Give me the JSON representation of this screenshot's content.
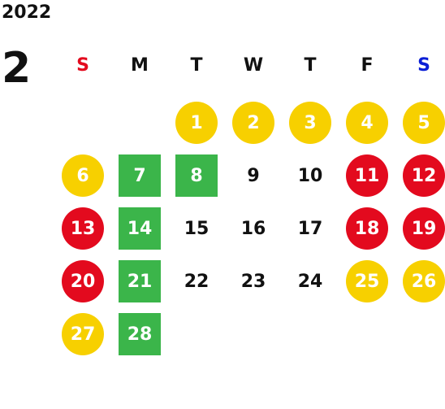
{
  "calendar": {
    "year": "2022",
    "month": "2",
    "weekdays": [
      {
        "label": "S",
        "color": "#e30a1e"
      },
      {
        "label": "M",
        "color": "#111111"
      },
      {
        "label": "T",
        "color": "#111111"
      },
      {
        "label": "W",
        "color": "#111111"
      },
      {
        "label": "T",
        "color": "#111111"
      },
      {
        "label": "F",
        "color": "#111111"
      },
      {
        "label": "S",
        "color": "#0a1ed6"
      }
    ],
    "first_weekday_index": 2,
    "days": [
      {
        "day": "1",
        "style": "yellow"
      },
      {
        "day": "2",
        "style": "yellow"
      },
      {
        "day": "3",
        "style": "yellow"
      },
      {
        "day": "4",
        "style": "yellow"
      },
      {
        "day": "5",
        "style": "yellow"
      },
      {
        "day": "6",
        "style": "yellow"
      },
      {
        "day": "7",
        "style": "green"
      },
      {
        "day": "8",
        "style": "green"
      },
      {
        "day": "9",
        "style": "none"
      },
      {
        "day": "10",
        "style": "none"
      },
      {
        "day": "11",
        "style": "red"
      },
      {
        "day": "12",
        "style": "red"
      },
      {
        "day": "13",
        "style": "red"
      },
      {
        "day": "14",
        "style": "green"
      },
      {
        "day": "15",
        "style": "none"
      },
      {
        "day": "16",
        "style": "none"
      },
      {
        "day": "17",
        "style": "none"
      },
      {
        "day": "18",
        "style": "red"
      },
      {
        "day": "19",
        "style": "red"
      },
      {
        "day": "20",
        "style": "red"
      },
      {
        "day": "21",
        "style": "green"
      },
      {
        "day": "22",
        "style": "none"
      },
      {
        "day": "23",
        "style": "none"
      },
      {
        "day": "24",
        "style": "none"
      },
      {
        "day": "25",
        "style": "yellow"
      },
      {
        "day": "26",
        "style": "yellow"
      },
      {
        "day": "27",
        "style": "yellow"
      },
      {
        "day": "28",
        "style": "green"
      }
    ],
    "colors": {
      "yellow": "#f7d000",
      "red": "#e30a1e",
      "green": "#3bb54a",
      "text": "#111111"
    }
  }
}
